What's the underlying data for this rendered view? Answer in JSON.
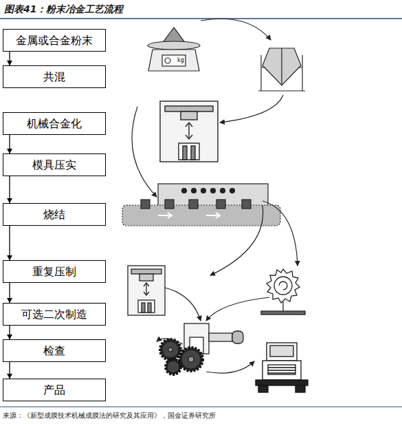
{
  "diagram": {
    "title": "图表41：粉末冶金工艺流程",
    "caption": "来源：《新型成膜技术机械成膜法的研究及其应用》，国金证券研究所",
    "nodes": [
      {
        "text": [
          "金属或合金粉末"
        ]
      },
      {
        "text": [
          "共混"
        ]
      },
      {
        "text": [
          "机械合金化"
        ]
      },
      {
        "text": [
          "模具压实"
        ]
      },
      {
        "text": [
          "烧结"
        ]
      },
      {
        "text": [
          "重复压制"
        ]
      },
      {
        "text": [
          "可选二次制造"
        ]
      },
      {
        "text": [
          "检查"
        ]
      },
      {
        "text": [
          "产品"
        ]
      }
    ],
    "edges": [
      {
        "from": 0,
        "to": 1,
        "arrow": "to"
      },
      {
        "from": 2,
        "to": 3,
        "arrow": "to"
      },
      {
        "from": 3,
        "to": 4,
        "arrow": "to"
      },
      {
        "from": 4,
        "to": 5,
        "arrow": "to"
      },
      {
        "from": 5,
        "to": 6,
        "arrow": "to"
      },
      {
        "from": 6,
        "to": 7,
        "arrow": "to"
      },
      {
        "from": 7,
        "to": 8,
        "arrow": "to"
      }
    ],
    "labels": [
      "kg"
    ]
  }
}
